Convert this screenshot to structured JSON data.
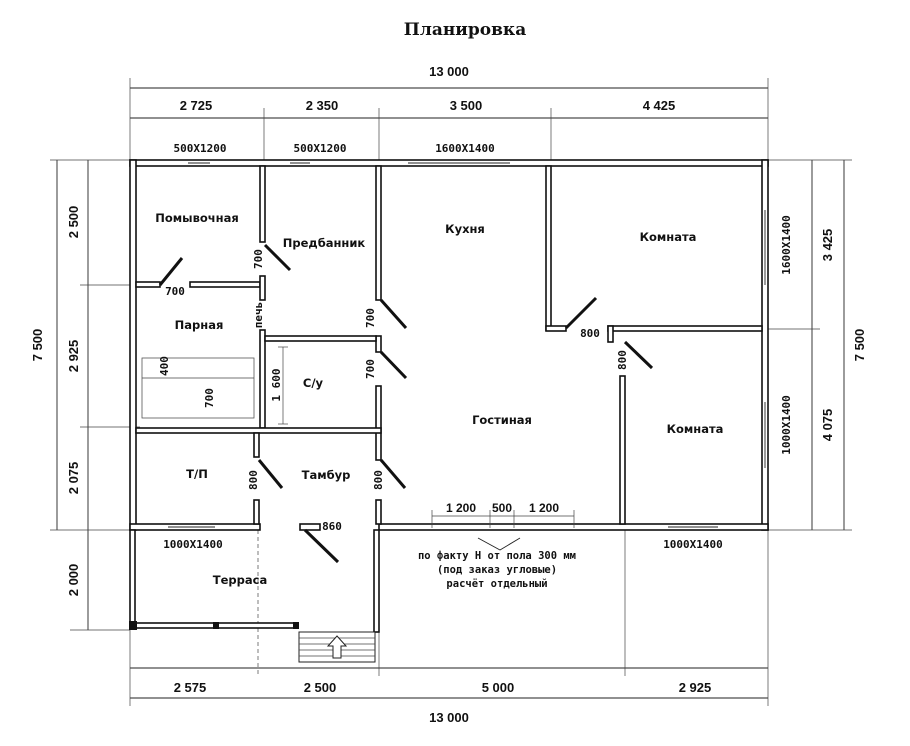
{
  "title": "Планировка",
  "dims": {
    "top_total": "13 000",
    "top": [
      "2 725",
      "2 350",
      "3 500",
      "4 425"
    ],
    "bottom_total": "13 000",
    "bottom": [
      "2 575",
      "2 500",
      "5 000",
      "2 925"
    ],
    "left_total": "7 500",
    "left": [
      "2 500",
      "2 925",
      "2 075",
      "2 000"
    ],
    "right_total": "7 500",
    "right": [
      "3 425",
      "4 075"
    ]
  },
  "windows": {
    "w1": "500X1200",
    "w2": "500X1200",
    "w3": "1600X1400",
    "w4": "1600X1400",
    "w5": "1000X1400",
    "w6": "1000X1400",
    "w7": "1000X1400"
  },
  "rooms": {
    "washroom": "Помывочная",
    "predbannik": "Предбанник",
    "kitchen": "Кухня",
    "room1": "Комната",
    "steam": "Парная",
    "wc": "С/у",
    "living": "Гостиная",
    "room2": "Комната",
    "tp": "Т/П",
    "tambour": "Тамбур",
    "terrace": "Терраса"
  },
  "doors": {
    "d_steam": "700",
    "d_wash": "700",
    "stove": "печь",
    "d_kitchen": "700",
    "d_wc": "700",
    "wc_len": "1 600",
    "d_tp": "800",
    "d_tambour": "800",
    "d_room1": "800",
    "d_room2": "800",
    "d_entry": "860"
  },
  "bench": {
    "b1": "400",
    "b2": "700"
  },
  "front_windows": {
    "a": "1 200",
    "b": "500",
    "c": "1 200"
  },
  "note": [
    "по факту Н от пола 300 мм",
    "(под заказ угловые)",
    "расчёт отдельный"
  ]
}
